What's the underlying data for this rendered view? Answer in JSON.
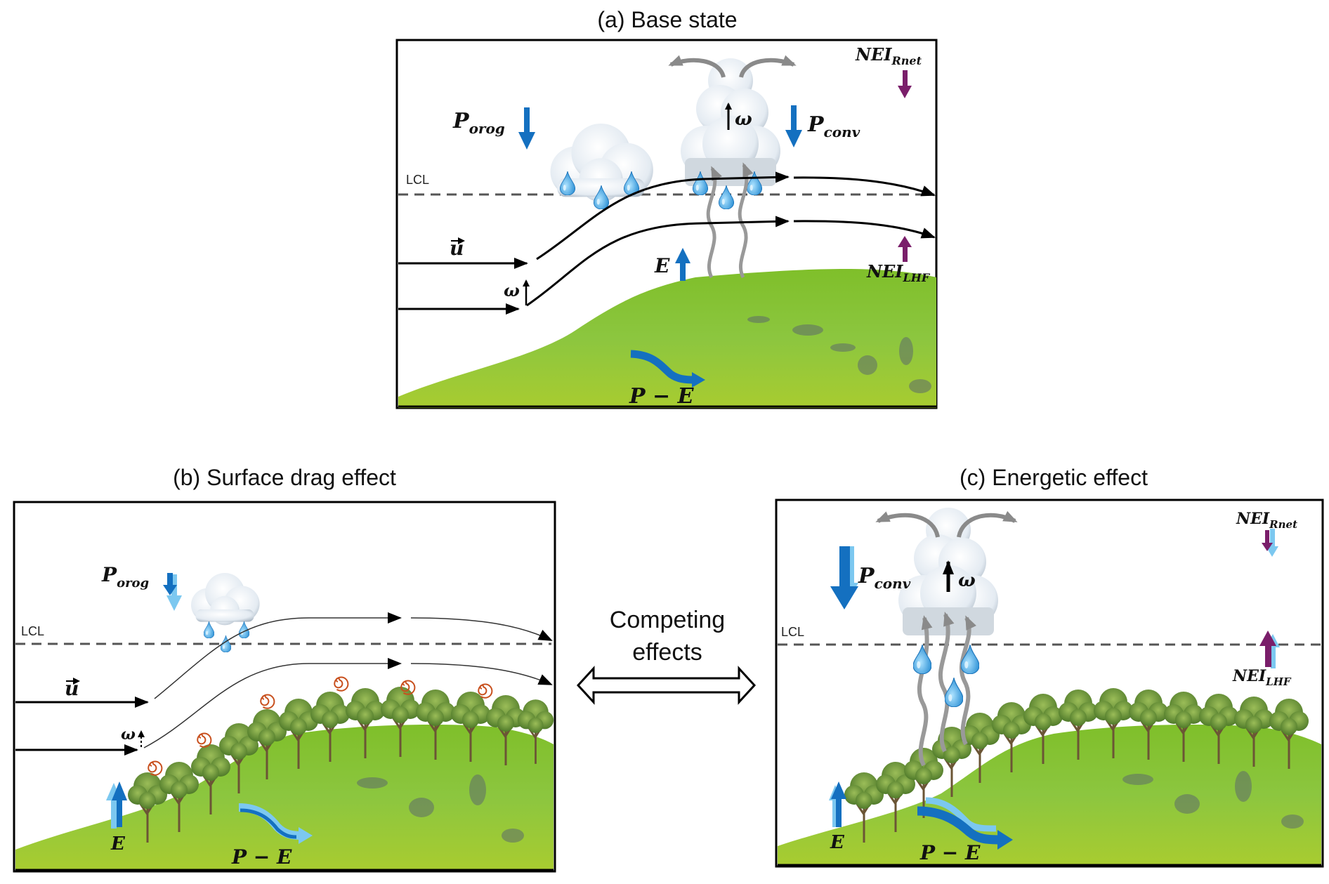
{
  "figure": {
    "panels": [
      {
        "id": "a",
        "title": "(a) Base state",
        "labels": {
          "lcl": "LCL",
          "p_orog": "P",
          "p_orog_sub": "orog",
          "p_conv": "P",
          "p_conv_sub": "conv",
          "omega_cloud": "ω",
          "omega_flow": "ω",
          "u": "u",
          "e": "E",
          "p_minus_e": "P − E",
          "nei_rnet": "NEI",
          "nei_rnet_sub": "Rnet",
          "nei_lhf": "NEI",
          "nei_lhf_sub": "LHF"
        }
      },
      {
        "id": "b",
        "title": "(b) Surface drag effect",
        "labels": {
          "lcl": "LCL",
          "p_orog": "P",
          "p_orog_sub": "orog",
          "omega_flow": "ω",
          "u": "u",
          "e": "E",
          "p_minus_e": "P − E"
        }
      },
      {
        "id": "c",
        "title": "(c) Energetic effect",
        "labels": {
          "lcl": "LCL",
          "p_conv": "P",
          "p_conv_sub": "conv",
          "omega_cloud": "ω",
          "e": "E",
          "p_minus_e": "P − E",
          "nei_rnet": "NEI",
          "nei_rnet_sub": "Rnet",
          "nei_lhf": "NEI",
          "nei_lhf_sub": "LHF"
        }
      }
    ],
    "connector": {
      "label_line1": "Competing",
      "label_line2": "effects"
    },
    "colors": {
      "precip_blue": "#1470c0",
      "light_blue": "#7cc8f0",
      "nei_purple": "#7a1e6a",
      "grass_green": "#8cc63f",
      "vortex_orange": "#c8501e",
      "vapor_gray": "#9a9a9a"
    }
  }
}
